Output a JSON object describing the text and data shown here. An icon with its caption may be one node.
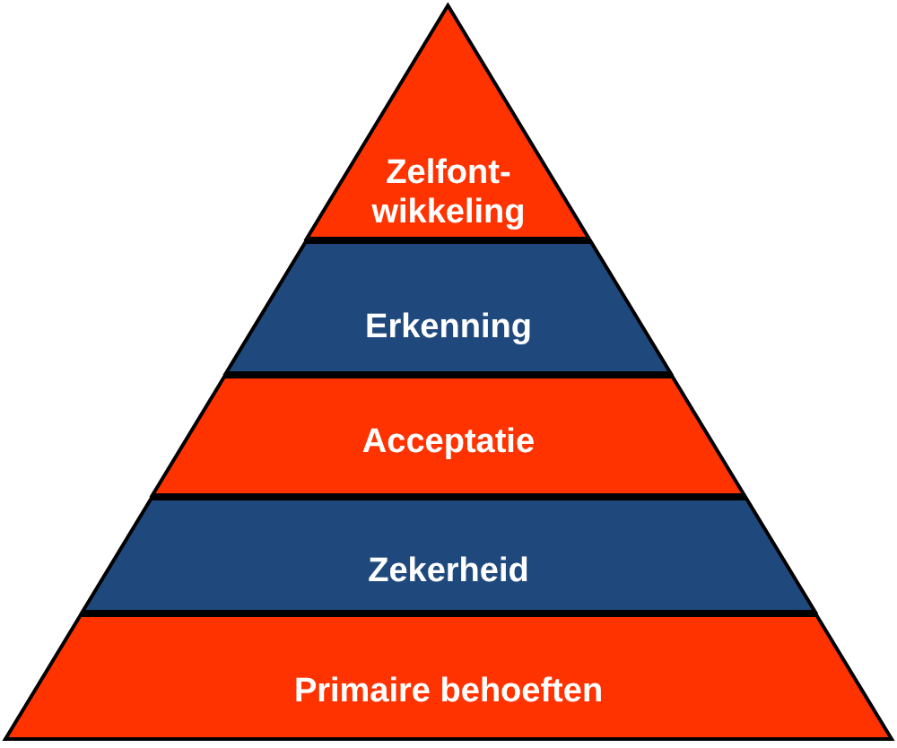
{
  "diagram": {
    "nodes": [
      {
        "text": [
          "Zelfont-wikkeling"
        ]
      },
      {
        "text": [
          "Erkenning"
        ]
      },
      {
        "text": [
          "Acceptatie"
        ]
      },
      {
        "text": [
          "Zekerheid"
        ]
      },
      {
        "text": [
          "Primaire behoeften"
        ]
      }
    ]
  }
}
